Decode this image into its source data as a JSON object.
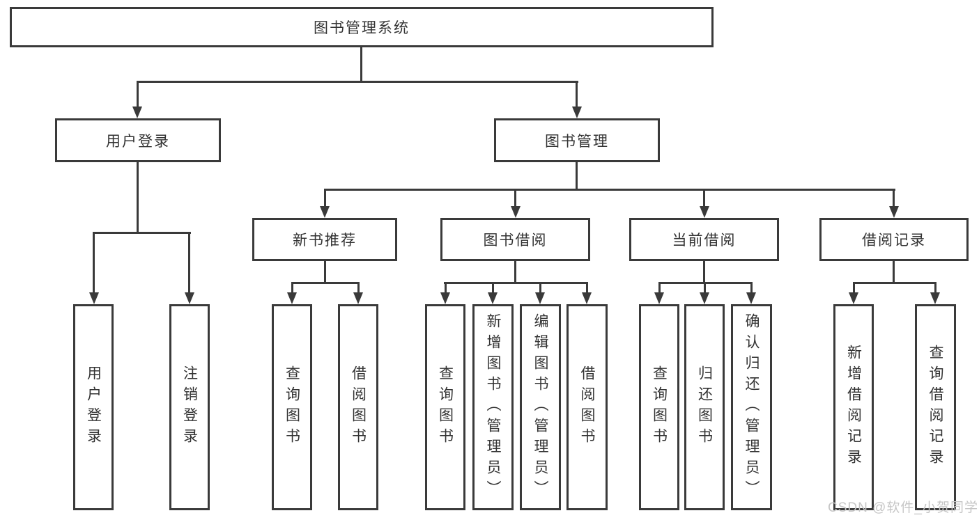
{
  "diagram": {
    "root": {
      "label": "图书管理系统"
    },
    "branches": [
      {
        "label": "用户登录",
        "children": [
          {
            "label": "用户登录"
          },
          {
            "label": "注销登录"
          }
        ]
      },
      {
        "label": "图书管理",
        "groups": [
          {
            "label": "新书推荐",
            "children": [
              {
                "label": "查询图书"
              },
              {
                "label": "借阅图书"
              }
            ]
          },
          {
            "label": "图书借阅",
            "children": [
              {
                "label": "查询图书"
              },
              {
                "label": "新增图书（管理员）"
              },
              {
                "label": "编辑图书（管理员）"
              },
              {
                "label": "借阅图书"
              }
            ]
          },
          {
            "label": "当前借阅",
            "children": [
              {
                "label": "查询图书"
              },
              {
                "label": "归还图书"
              },
              {
                "label": "确认归还（管理员）"
              }
            ]
          },
          {
            "label": "借阅记录",
            "children": [
              {
                "label": "新增借阅记录"
              },
              {
                "label": "查询借阅记录"
              }
            ]
          }
        ]
      }
    ]
  },
  "watermark": {
    "text": "CSDN @软件_小贺同学"
  },
  "colors": {
    "line": "#3a3a3a",
    "text": "#333333",
    "watermark": "#c6c6c6",
    "background": "#ffffff"
  }
}
